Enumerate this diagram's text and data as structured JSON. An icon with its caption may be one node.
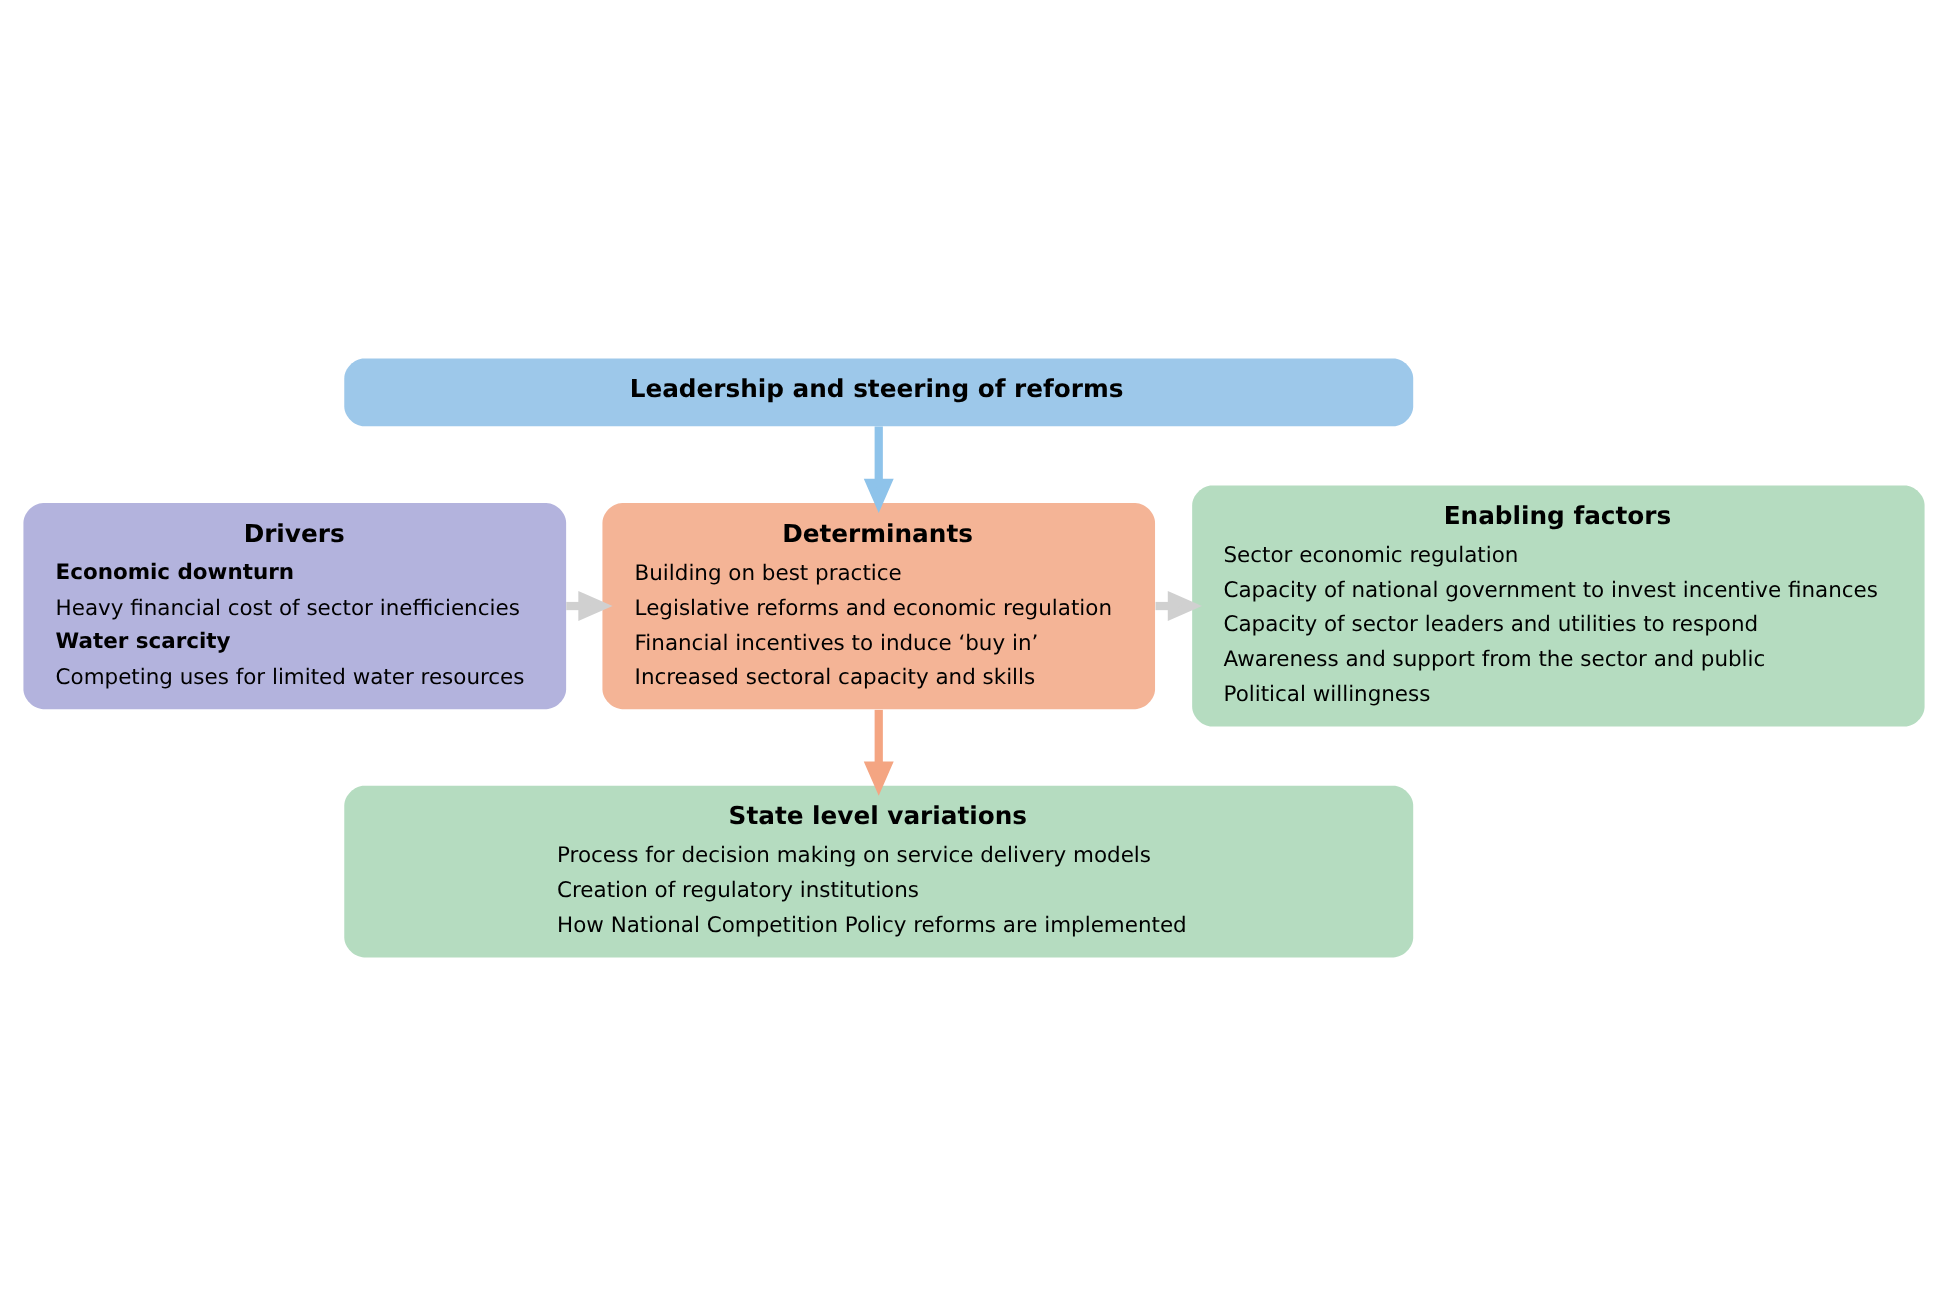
{
  "diagram": {
    "nodes": [
      {
        "text": [
          "Leadership and steering of reforms"
        ]
      },
      {
        "text": [
          "Drivers",
          "Economic downturn",
          "Heavy financial cost of sector inefficiencies",
          "Water scarcity",
          "Competing uses for limited water resources"
        ]
      },
      {
        "text": [
          "Determinants",
          "Building on best practice",
          "Legislative reforms and economic regulation",
          "Financial incentives to induce ‘buy in’",
          "Increased sectoral capacity and skills"
        ]
      },
      {
        "text": [
          "Enabling factors",
          "Sector economic regulation",
          "Capacity of national government to invest incentive finances",
          "Capacity of sector leaders and utilities to respond",
          "Awareness and support from the sector and public",
          "Political willingness"
        ]
      },
      {
        "text": [
          "State level variations",
          "Process for decision making on service delivery models",
          "Creation of regulatory institutions",
          "How National Competition Policy reforms are implemented"
        ]
      }
    ],
    "edges": [
      {
        "from": 0,
        "to": 2,
        "arrow": "to",
        "color": "#8ec3ea"
      },
      {
        "from": 1,
        "to": 2,
        "arrow": "to",
        "color": "#d0d0d0"
      },
      {
        "from": 2,
        "to": 3,
        "arrow": "to",
        "color": "#d0d0d0"
      },
      {
        "from": 2,
        "to": 4,
        "arrow": "to",
        "color": "#f4a582"
      }
    ]
  }
}
